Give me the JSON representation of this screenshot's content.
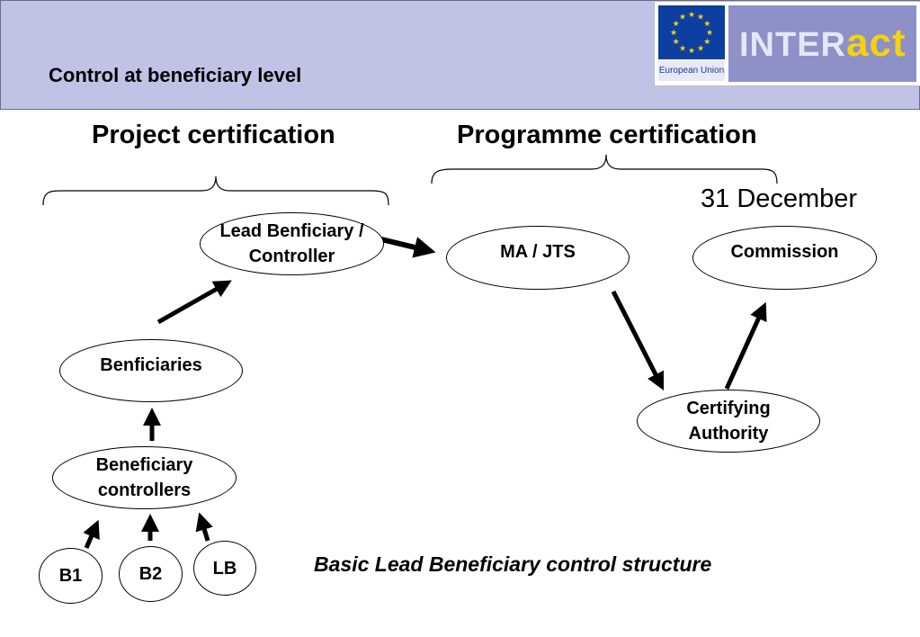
{
  "header": {
    "title": "Control at beneficiary level",
    "logo": {
      "eu_label": "European Union",
      "brand_part1": "INTER",
      "brand_part2": "act",
      "colors": {
        "eu_blue": "#0d3fa0",
        "brand_bg": "#8e90c8",
        "brand_accent": "#f5d30e"
      }
    }
  },
  "diagram": {
    "section_left": "Project certification",
    "section_right": "Programme certification",
    "date_label": "31 December",
    "nodes": {
      "lead": "Lead Benficiary / Controller",
      "ma": "MA / JTS",
      "commission": "Commission",
      "beneficiaries": "Benficiaries",
      "certifying": "Certifying Authority",
      "controllers": "Beneficiary controllers",
      "b1": "B1",
      "b2": "B2",
      "lb": "LB"
    },
    "caption": "Basic Lead Beneficiary control structure"
  }
}
